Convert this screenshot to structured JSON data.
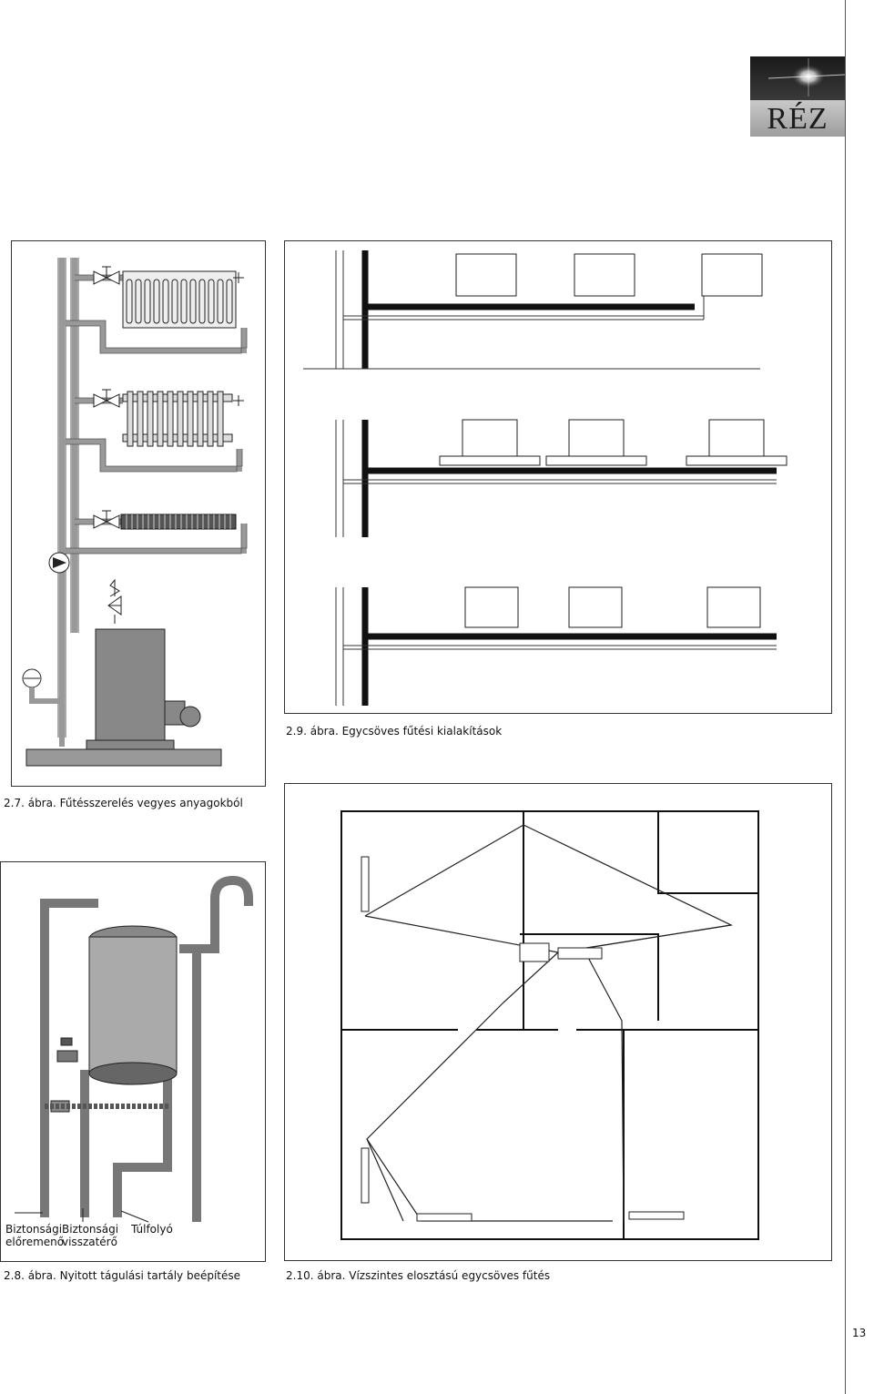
{
  "brand": {
    "logo_text": "RÉZ"
  },
  "figures": {
    "fig_2_7": {
      "caption": "2.7. ábra. Fűtésszerelés vegyes anyagokból"
    },
    "fig_2_8": {
      "caption": "2.8. ábra. Nyitott tágulási tartály beépítése",
      "labels": {
        "safety_flow_1": "Biztonsági",
        "safety_flow_2": "előremenő",
        "safety_return_1": "Biztonsági",
        "safety_return_2": "visszatérő",
        "overflow": "Túlfolyó"
      }
    },
    "fig_2_9": {
      "caption": "2.9. ábra. Egycsöves fűtési kialakítások"
    },
    "fig_2_10": {
      "caption": "2.10. ábra. Vízszintes elosztású egycsöves fűtés"
    }
  },
  "page": {
    "number": "13"
  }
}
